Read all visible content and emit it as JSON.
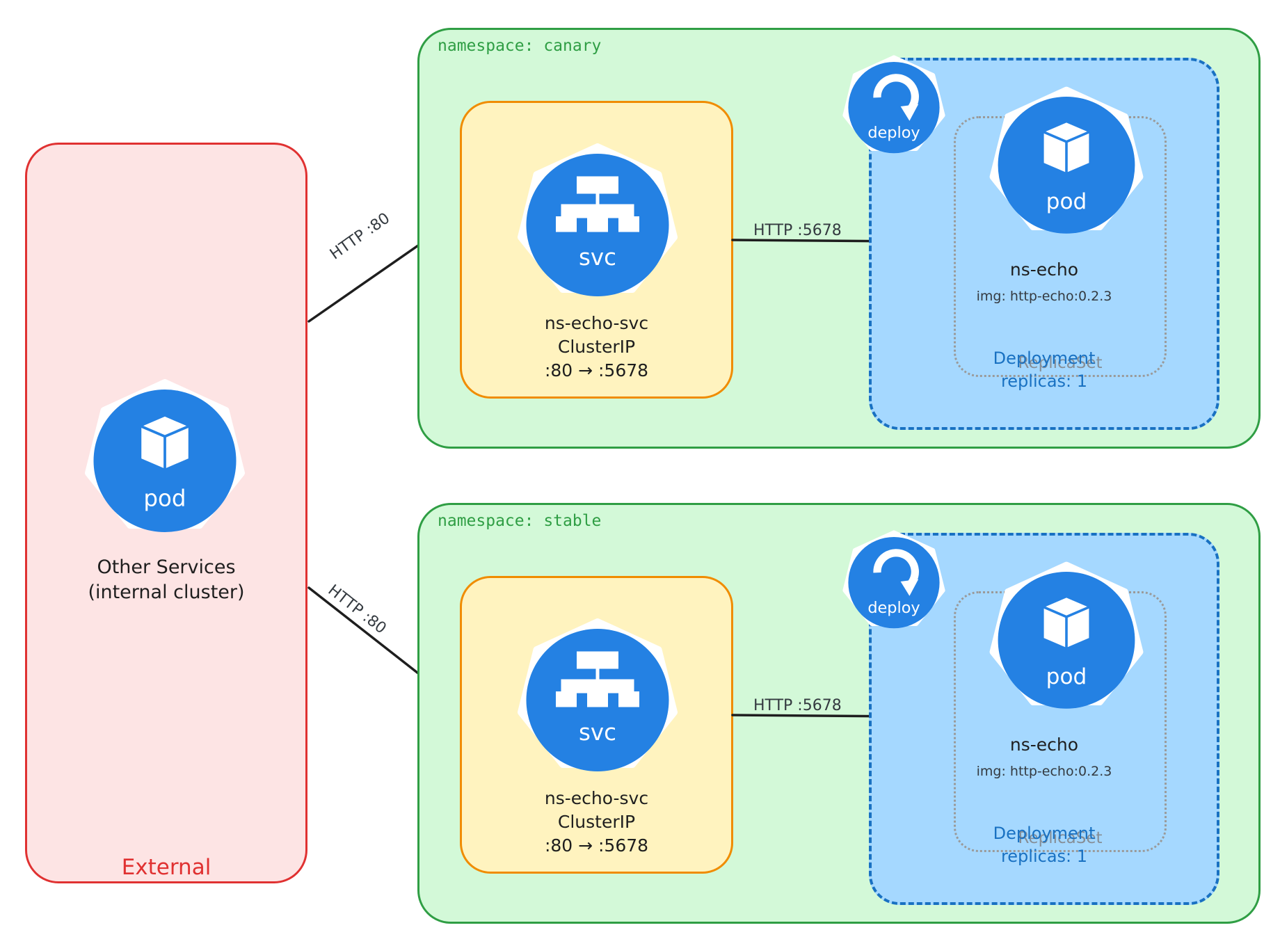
{
  "external": {
    "label": "External",
    "pod_icon_text": "pod",
    "pod_label_line1": "Other Services",
    "pod_label_line2": "(internal cluster)"
  },
  "edges": {
    "to_canary": "HTTP :80",
    "to_stable": "HTTP :80"
  },
  "namespaces": [
    {
      "label": "namespace: canary",
      "svc_icon_text": "svc",
      "svc_name": "ns-echo-svc",
      "svc_type": "ClusterIP",
      "svc_ports": ":80 → :5678",
      "edge_label": "HTTP :5678",
      "deploy_icon_text": "deploy",
      "pod_icon_text": "pod",
      "pod_name": "ns-echo",
      "pod_image": "img: http-echo:0.2.3",
      "replicaset_label": "ReplicaSet",
      "deployment_label": "Deployment",
      "replicas_label": "replicas: 1"
    },
    {
      "label": "namespace: stable",
      "svc_icon_text": "svc",
      "svc_name": "ns-echo-svc",
      "svc_type": "ClusterIP",
      "svc_ports": ":80 → :5678",
      "edge_label": "HTTP :5678",
      "deploy_icon_text": "deploy",
      "pod_icon_text": "pod",
      "pod_name": "ns-echo",
      "pod_image": "img: http-echo:0.2.3",
      "replicaset_label": "ReplicaSet",
      "deployment_label": "Deployment",
      "replicas_label": "replicas: 1"
    }
  ],
  "colors": {
    "external_fill": "#fde4e4",
    "external_stroke": "#e03131",
    "namespace_fill": "#d3f9d8",
    "namespace_stroke": "#2f9e44",
    "service_fill": "#fff3bf",
    "service_stroke": "#f08c00",
    "deployment_fill": "#a5d8ff",
    "deployment_stroke": "#1971c2",
    "k8s_icon": "#2481e3"
  }
}
